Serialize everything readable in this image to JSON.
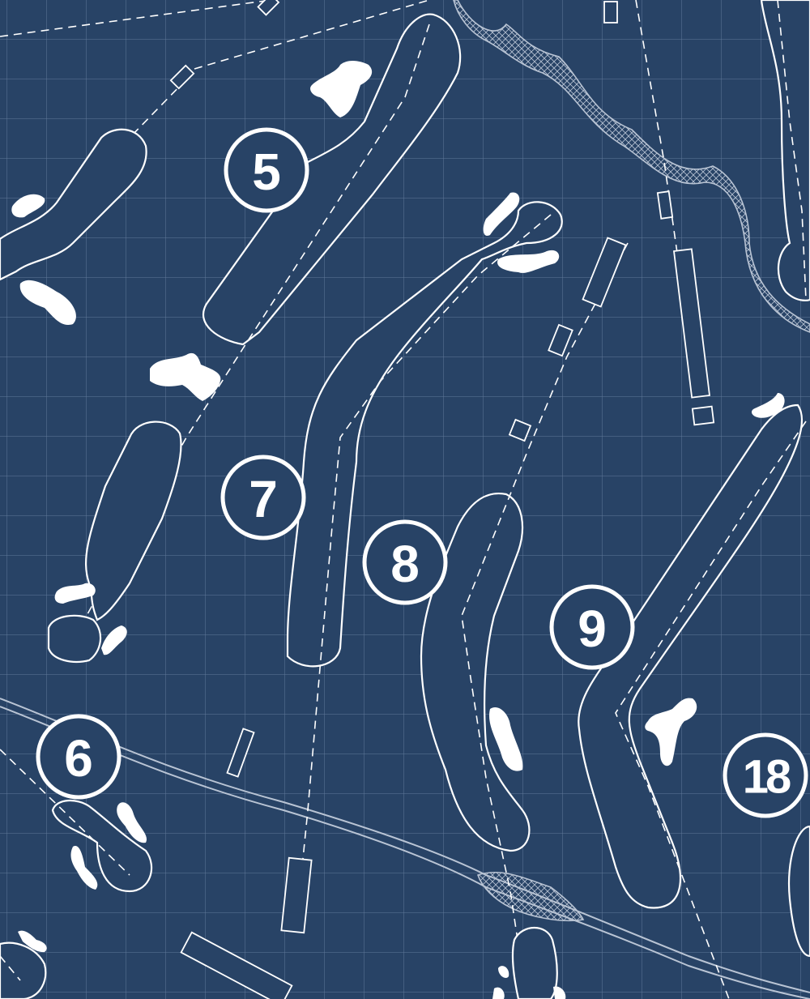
{
  "map": {
    "type": "golf course blueprint",
    "colors": {
      "background": "#284366",
      "grid": "#6f86a6",
      "lines": "#ffffff",
      "water": "#b9c4d4"
    },
    "holes": [
      {
        "number": "5"
      },
      {
        "number": "6"
      },
      {
        "number": "7"
      },
      {
        "number": "8"
      },
      {
        "number": "9"
      },
      {
        "number": "18"
      }
    ]
  }
}
